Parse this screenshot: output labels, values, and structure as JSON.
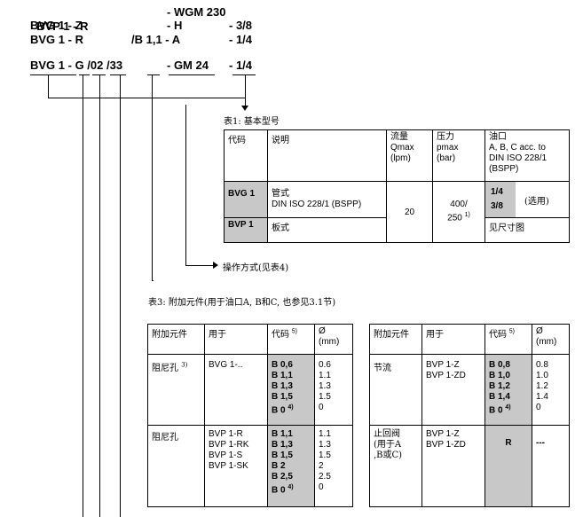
{
  "codes": {
    "row1": {
      "a": "BVP 1 - R",
      "b": "- WGM 230"
    },
    "row2": {
      "a": "BVG 1 - Z",
      "b": "- H",
      "c": "- 3/8"
    },
    "row3": {
      "a": "BVG 1 - R",
      "m": "/B 1,1 - A",
      "c": "- 1/4"
    },
    "row4": {
      "a": "BVG 1 - G /02 /33",
      "b": "- GM 24",
      "c": "- 1/4"
    }
  },
  "table1": {
    "caption": "表1: 基本型号",
    "headers": {
      "code": "代码",
      "desc": "说明",
      "flow_1": "流量",
      "flow_2": "Qmax",
      "flow_3": "(lpm)",
      "press_1": "压力",
      "press_2": "pmax",
      "press_3": "(bar)",
      "port_1": "油口",
      "port_2": "A, B, C acc. to",
      "port_3": "DIN ISO 228/1",
      "port_4": "(BSPP)"
    },
    "rows": {
      "bvg_code": "BVG 1",
      "bvg_desc_1": "管式",
      "bvg_desc_2": "DIN ISO 228/1 (BSPP)",
      "flow": "20",
      "press_1": "400/",
      "press_2": "250",
      "press_note": "1)",
      "port_a": "1/4",
      "port_b": "3/8",
      "port_note": "(选用)",
      "bvp_code": "BVP 1",
      "bvp_desc": "板式",
      "bvp_port": "见尺寸图"
    }
  },
  "operation_note": "操作方式(见表4)",
  "table3": {
    "caption": "表3: 附加元件(用于油口A, B和C, 也参见3.1节)",
    "headers": {
      "elem": "附加元件",
      "for": "用于",
      "code": "代码",
      "code_note": "5)",
      "dia": "Ø",
      "dia_unit": "(mm)"
    },
    "left": {
      "r1_elem": "阻尼孔",
      "r1_note": "3)",
      "r1_for": "BVG 1-..",
      "r1_codes": [
        "B 0,6",
        "B 1,1",
        "B 1,3",
        "B 1,5",
        "B 0"
      ],
      "r1_last_note": "4)",
      "r1_dia": [
        "0.6",
        "1.1",
        "1.3",
        "1.5",
        "0"
      ],
      "r2_elem": "阻尼孔",
      "r2_for": [
        "BVP 1-R",
        "BVP 1-RK",
        "BVP 1-S",
        "BVP 1-SK"
      ],
      "r2_codes": [
        "B 1,1",
        "B 1,3",
        "B 1,5",
        "B 2",
        "B 2,5",
        "B 0"
      ],
      "r2_last_note": "4)",
      "r2_dia": [
        "1.1",
        "1.3",
        "1.5",
        "2",
        "2.5",
        "0"
      ]
    },
    "right": {
      "r1_elem": "节流",
      "r1_for": [
        "BVP 1-Z",
        "BVP 1-ZD"
      ],
      "r1_codes": [
        "B 0,8",
        "B 1,0",
        "B 1,2",
        "B 1,4",
        "B 0"
      ],
      "r1_last_note": "4)",
      "r1_dia": [
        "0.8",
        "1.0",
        "1.2",
        "1.4",
        "0"
      ],
      "r2_elem": [
        "止回阀",
        "(用于A",
        ",B或C)"
      ],
      "r2_for": [
        "BVP 1-Z",
        "BVP 1-ZD"
      ],
      "r2_code": "R",
      "r2_dia": "---"
    }
  }
}
